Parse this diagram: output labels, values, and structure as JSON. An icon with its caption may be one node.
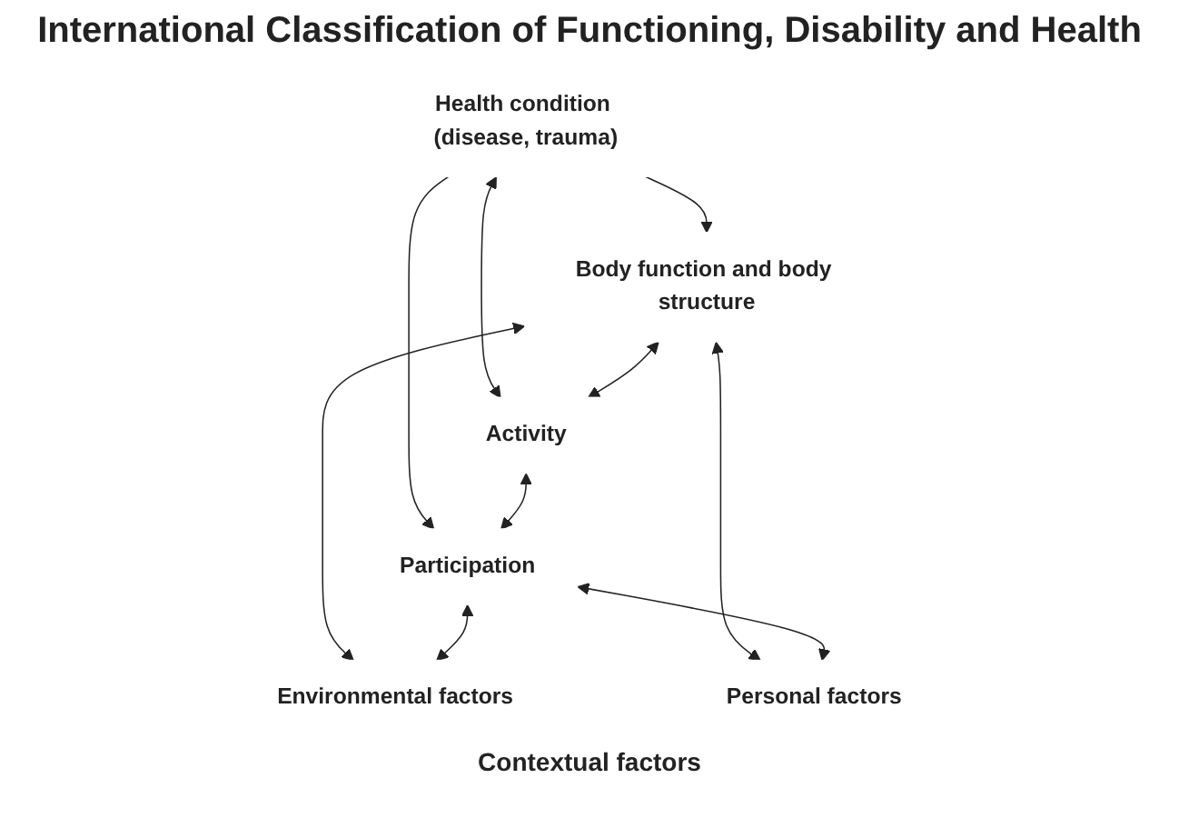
{
  "diagram": {
    "title": "International Classification of Functioning, Disability and Health",
    "nodes": [
      {
        "text": [
          "Health condition (disease, trauma)"
        ]
      },
      {
        "text": [
          "Body function and body structure"
        ]
      },
      {
        "text": [
          "Activity"
        ]
      },
      {
        "text": [
          "Participation"
        ]
      },
      {
        "text": [
          "Environmental factors"
        ]
      },
      {
        "text": [
          "Personal factors"
        ]
      }
    ],
    "edges": [
      {
        "from": 0,
        "to": 1,
        "arrow": "to"
      },
      {
        "from": 0,
        "to": 2,
        "arrow": "both"
      },
      {
        "from": 0,
        "to": 3,
        "arrow": "to"
      },
      {
        "from": 1,
        "to": 2,
        "arrow": "both"
      },
      {
        "from": 2,
        "to": 3,
        "arrow": "both"
      },
      {
        "from": 1,
        "to": 4,
        "arrow": "both"
      },
      {
        "from": 1,
        "to": 5,
        "arrow": "both"
      },
      {
        "from": 3,
        "to": 4,
        "arrow": "both"
      },
      {
        "from": 3,
        "to": 5,
        "arrow": "both"
      }
    ],
    "labels": [
      "Contextual factors"
    ]
  }
}
